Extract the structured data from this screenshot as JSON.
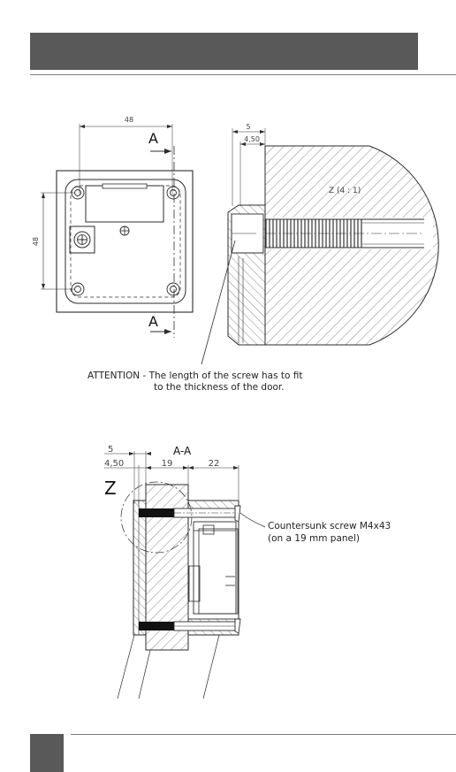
{
  "top_view": {
    "width_dim": "48",
    "height_dim": "48",
    "section_marker_top": "A",
    "section_marker_bottom": "A"
  },
  "detail_z": {
    "dim_outer": "5",
    "dim_inner": "4,50",
    "scale_label": "Z (4 : 1)"
  },
  "attention_note": {
    "line1": "ATTENTION - The length of the screw has to fit",
    "line2": "to the thickness of the door."
  },
  "section_aa": {
    "title": "A-A",
    "dim_5": "5",
    "dim_4_50": "4,50",
    "dim_19": "19",
    "dim_22": "22",
    "detail_marker": "Z",
    "screw_line1": "Countersunk screw M4x43",
    "screw_line2": "(on a 19 mm panel)"
  },
  "colors": {
    "header_band": "#595959",
    "line": "#2b2b2b"
  }
}
